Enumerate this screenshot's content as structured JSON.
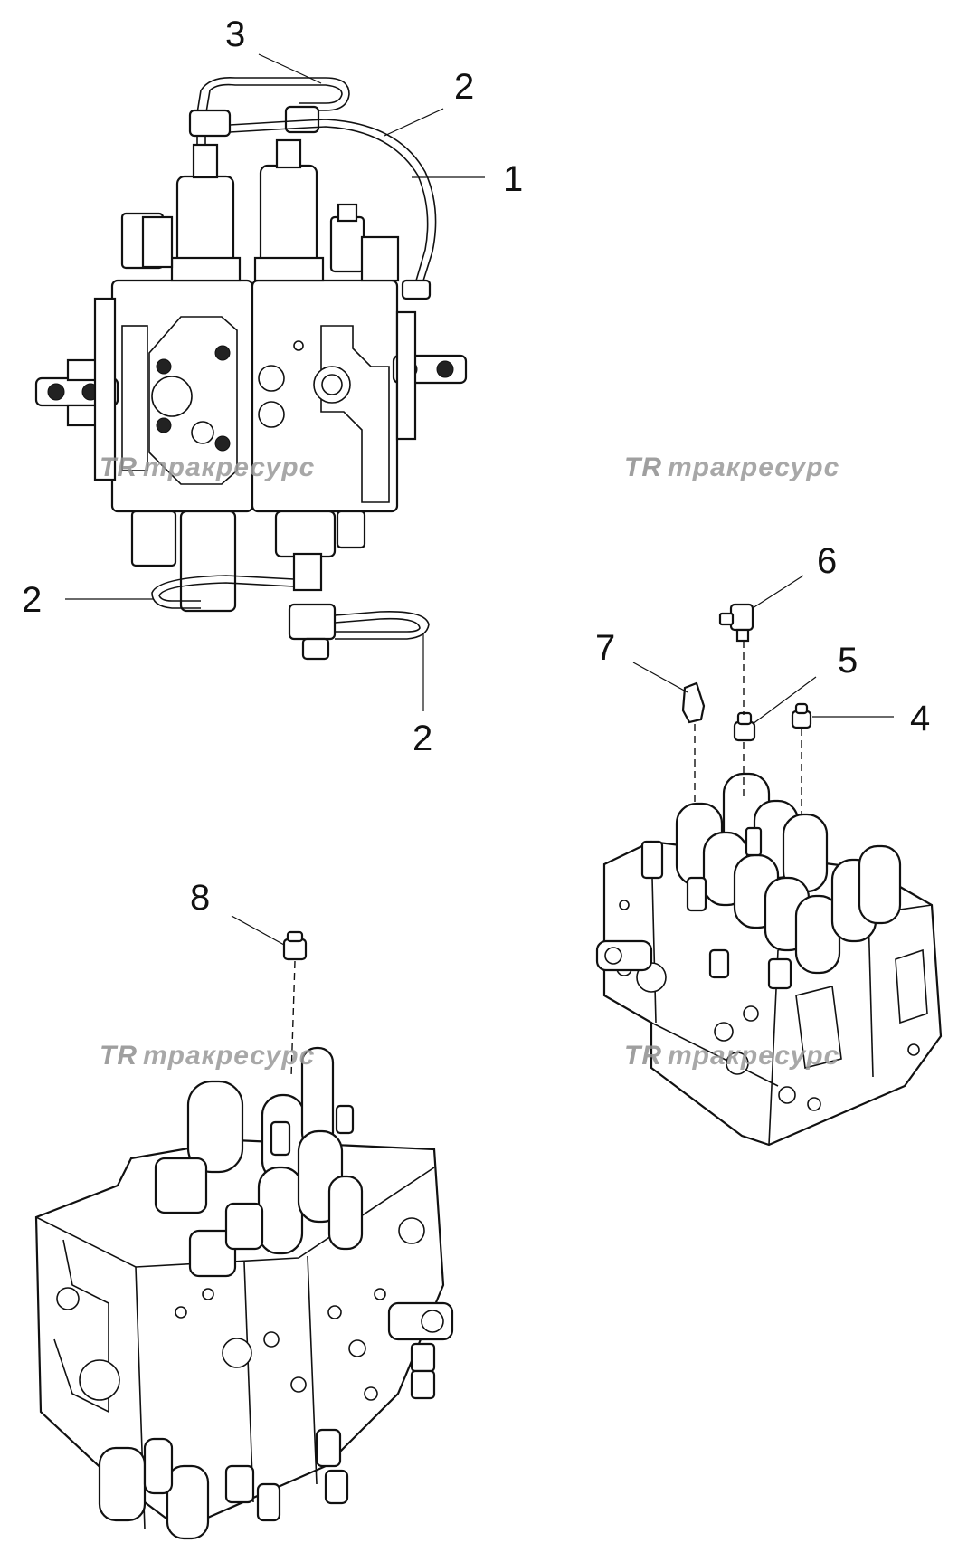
{
  "callouts": {
    "c1": "1",
    "c2a": "2",
    "c2b": "2",
    "c2c": "2",
    "c3": "3",
    "c4": "4",
    "c5": "5",
    "c6": "6",
    "c7": "7",
    "c8": "8"
  },
  "watermark": {
    "logo": "TR",
    "text": "тракресурс"
  }
}
